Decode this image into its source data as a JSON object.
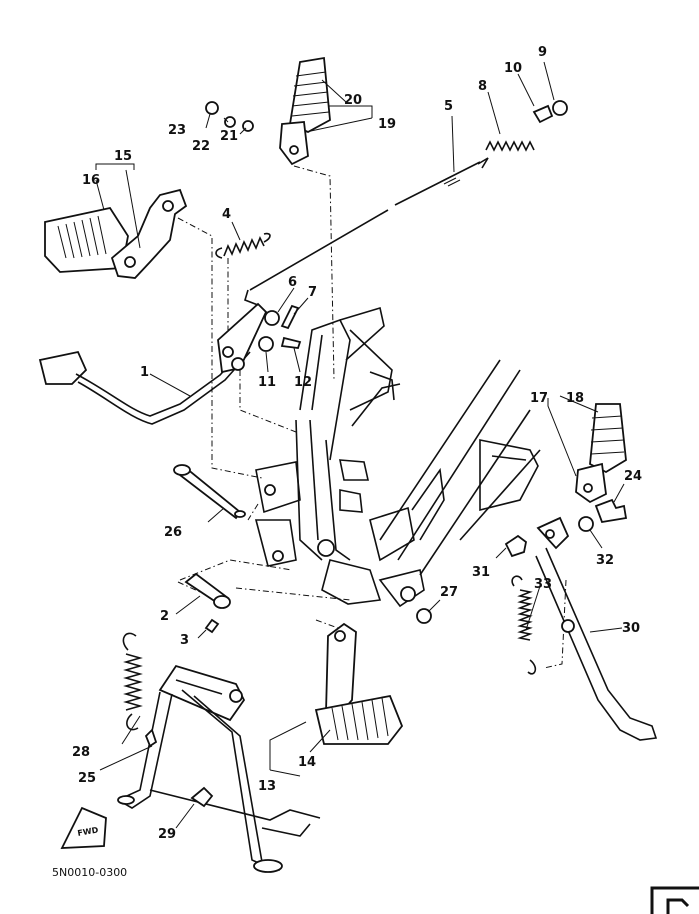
{
  "diagram": {
    "code": "5N0010-0300",
    "fwd_mark": "FWD",
    "callouts": [
      "1",
      "2",
      "3",
      "4",
      "5",
      "6",
      "7",
      "8",
      "9",
      "10",
      "11",
      "12",
      "13",
      "14",
      "15",
      "16",
      "17",
      "18",
      "19",
      "20",
      "21",
      "22",
      "23",
      "24",
      "25",
      "26",
      "27",
      "28",
      "29",
      "30",
      "31",
      "32",
      "33"
    ]
  }
}
